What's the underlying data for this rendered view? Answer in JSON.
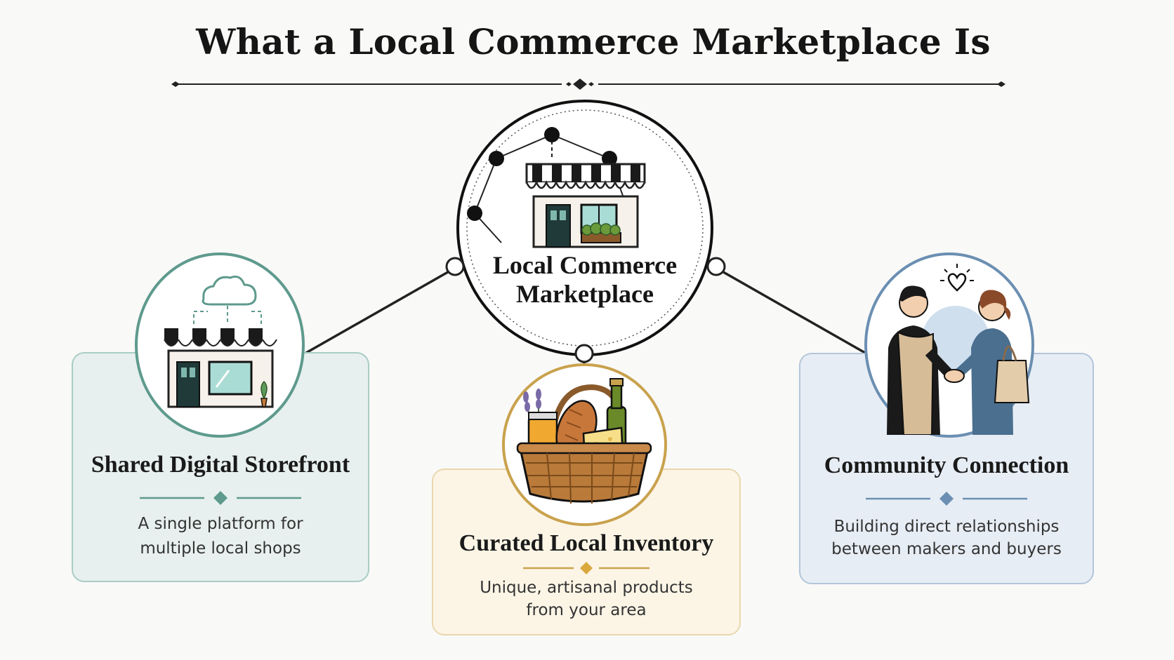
{
  "title": "What a Local Commerce Marketplace Is",
  "center": {
    "label_line1": "Local Commerce",
    "label_line2": "Marketplace",
    "icon": "storefront-network-icon"
  },
  "cards": [
    {
      "title": "Shared Digital Storefront",
      "desc_line1": "A single platform for",
      "desc_line2": "multiple local shops",
      "icon": "cloud-storefront-icon",
      "accent": "#5e9a8d"
    },
    {
      "title": "Curated Local Inventory",
      "desc_line1": "Unique, artisanal products",
      "desc_line2": "from your area",
      "icon": "produce-basket-icon",
      "accent": "#c9a24d"
    },
    {
      "title": "Community Connection",
      "desc_line1": "Building direct relationships",
      "desc_line2": "between makers and buyers",
      "icon": "handshake-icon",
      "accent": "#6b8fb2"
    }
  ]
}
